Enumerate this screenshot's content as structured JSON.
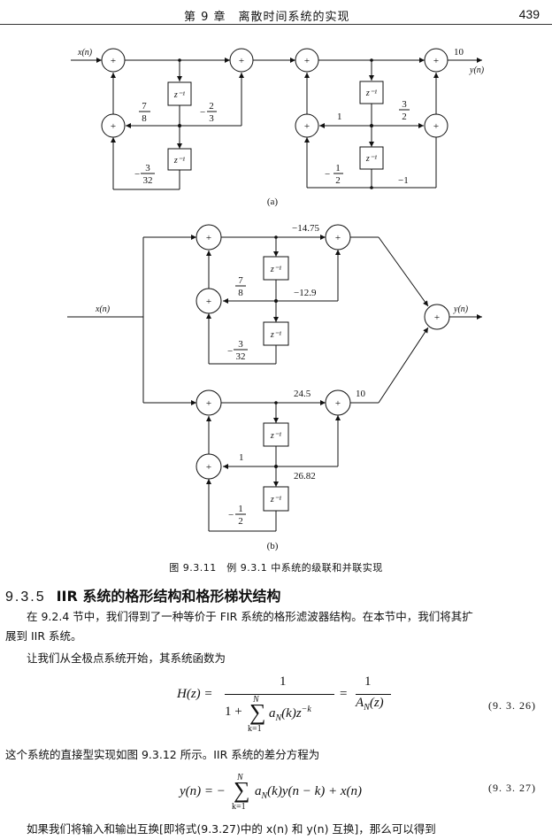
{
  "header": {
    "chapter": "第 9 章　离散时间系统的实现",
    "page": "439"
  },
  "diagram_a": {
    "input": "x(n)",
    "output": "y(n)",
    "delay": "z⁻¹",
    "adder": "+",
    "coef_7": "7",
    "coef_8": "8",
    "coef_m2": "−",
    "coef_2": "2",
    "coef_3": "3",
    "coef_m3": "−",
    "coef_3b": "3",
    "coef_32": "32",
    "gain_10": "10",
    "coef_1": "1",
    "coef_3c": "3",
    "coef_2b": "2",
    "coef_mhalf": "−",
    "coef_1b": "1",
    "coef_2c": "2",
    "coef_m1": "−1",
    "label": "(a)"
  },
  "diagram_b": {
    "input": "x(n)",
    "output": "y(n)",
    "delay": "z⁻¹",
    "adder": "+",
    "g1": "−14.75",
    "coef_7": "7",
    "coef_8": "8",
    "g2": "−12.9",
    "coef_m3": "−",
    "coef_3": "3",
    "coef_32": "32",
    "g3": "24.5",
    "g4": "10",
    "coef_1": "1",
    "g5": "26.82",
    "coef_mhalf": "−",
    "coef_1b": "1",
    "coef_2": "2",
    "label": "(b)"
  },
  "caption": "图 9.3.11　例 9.3.1 中系统的级联和并联实现",
  "section": {
    "number": "9.3.5",
    "title": "IIR 系统的格形结构和格形梯状结构"
  },
  "para1_l1": "在 9.2.4 节中，我们得到了一种等价于 FIR 系统的格形滤波器结构。在本节中，我们将其扩",
  "para1_l2": "展到 IIR 系统。",
  "para2": "让我们从全极点系统开始，其系统函数为",
  "eq1": {
    "lhs": "H(z) =",
    "num": "1",
    "den_pre": "1 +",
    "sum_top": "N",
    "sum_bot": "k=1",
    "den_body": "a",
    "den_sub": "N",
    "den_rest": "(k)z",
    "den_sup": "−k",
    "eq": "=",
    "num2": "1",
    "den2": "A",
    "den2_sub": "N",
    "den2_rest": "(z)",
    "number": "(9. 3. 26)"
  },
  "para3": "这个系统的直接型实现如图 9.3.12 所示。IIR 系统的差分方程为",
  "eq2": {
    "text": "y(n) = −",
    "sum_top": "N",
    "sum_bot": "k=1",
    "body": "a",
    "sub": "N",
    "rest": "(k)y(n − k) + x(n)",
    "number": "(9. 3. 27)"
  },
  "para4": "如果我们将输入和输出互换[即将式(9.3.27)中的 x(n) 和 y(n) 互换]，那么可以得到"
}
